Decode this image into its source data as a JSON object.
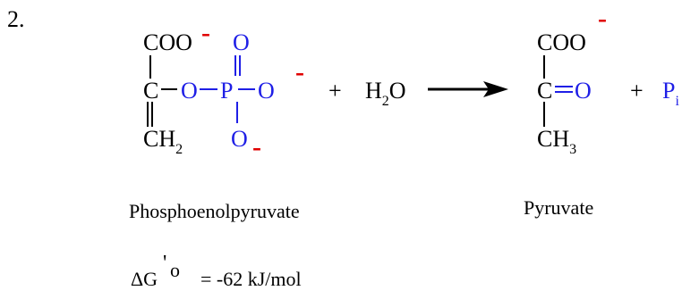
{
  "problem_number": "2.",
  "colors": {
    "black": "#000000",
    "blue": "#1f1fe6",
    "red": "#e00000"
  },
  "reactant": {
    "carboxylate": "COO",
    "alpha_carbon": "C",
    "bridge_oxygen": "O",
    "phosphorus": "P",
    "phosphoryl_oxygen": "O",
    "right_oxygen": "O",
    "bottom_oxygen": "O",
    "methylene": "CH",
    "methylene_subscript": "2",
    "name": "Phosphoenolpyruvate"
  },
  "plus_1": "+",
  "water": {
    "h": "H",
    "subscript": "2",
    "o": "O"
  },
  "product": {
    "carboxylate": "COO",
    "carbonyl_carbon": "C",
    "carbonyl_oxygen": "O",
    "methyl": "CH",
    "methyl_subscript": "3",
    "name": "Pyruvate"
  },
  "plus_2": "+",
  "phosphate": {
    "p": "P",
    "subscript": "i"
  },
  "charge_sign": "-",
  "free_energy": {
    "symbol": "ΔG",
    "prime": "'",
    "superscript": "o",
    "value": "= -62 kJ/mol"
  }
}
